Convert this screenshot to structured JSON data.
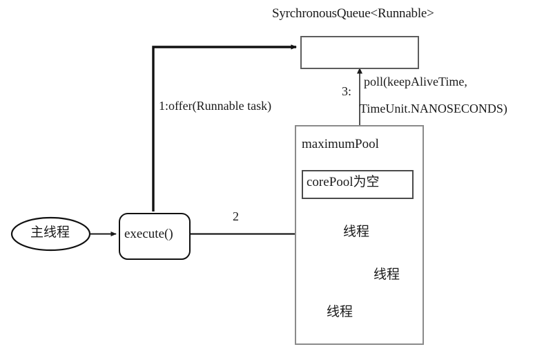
{
  "diagram": {
    "title": "Java ThreadPoolExecutor SynchronousQueue flow",
    "background_color": "#ffffff"
  },
  "queue": {
    "title": "SyrchronousQueue<Runnable>",
    "box_border_color": "#5d5d5d",
    "contents": ""
  },
  "flows": {
    "offer": "1:offer(Runnable task)",
    "execute_to_pool_index": "2",
    "poll_index": "3:",
    "poll_line1": "poll(keepAliveTime,",
    "poll_line2": "TimeUnit.NANOSECONDS)"
  },
  "left": {
    "main_thread": "主线程",
    "execute": "execute()"
  },
  "pool": {
    "maximum_pool_label": "maximumPool",
    "core_pool_label": "corePool为空",
    "outer_border_color": "#8a8a8a",
    "inner_border_color": "#4a4a4a",
    "threads": [
      {
        "label": "线程"
      },
      {
        "label": "线程"
      },
      {
        "label": "线程"
      }
    ]
  },
  "icons": {
    "arrow_head": "arrow-head-icon"
  }
}
